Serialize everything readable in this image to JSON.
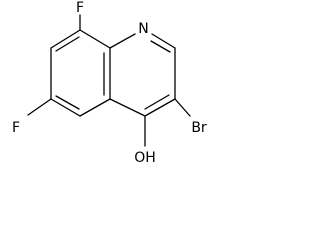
{
  "molecule": {
    "atoms": {
      "n": "N",
      "f8": "F",
      "f6": "F",
      "br": "Br",
      "oh": "OH"
    },
    "colors": {
      "bond": "#000000",
      "label": "#000000",
      "background": "#ffffff"
    }
  }
}
